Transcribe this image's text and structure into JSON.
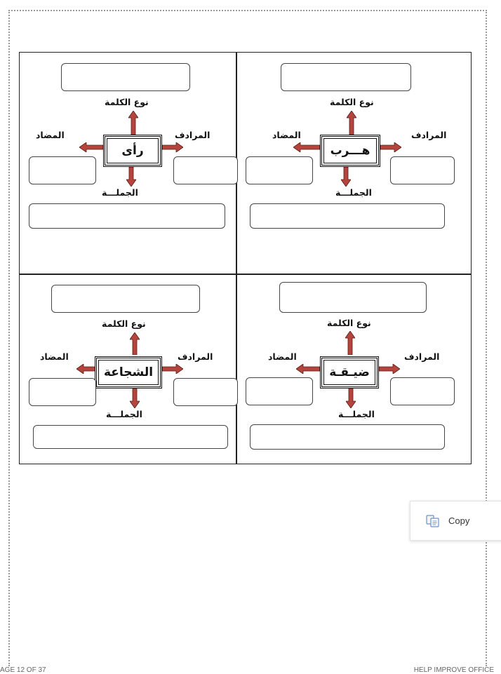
{
  "labels": {
    "word_type": "نوع الكلمة",
    "synonym": "المرادف",
    "antonym": "المضاد",
    "sentence": "الجملـــة"
  },
  "cells": [
    {
      "word": "هـــرب"
    },
    {
      "word": "رأى"
    },
    {
      "word": "ضيـقـة"
    },
    {
      "word": "الشجاعة"
    }
  ],
  "copy_button": {
    "label": "Copy",
    "icon": "copy-icon"
  },
  "footer": {
    "left": "AGE 12 OF 37",
    "right": "HELP IMPROVE OFFICE"
  },
  "colors": {
    "arrow": "#b5453c"
  }
}
